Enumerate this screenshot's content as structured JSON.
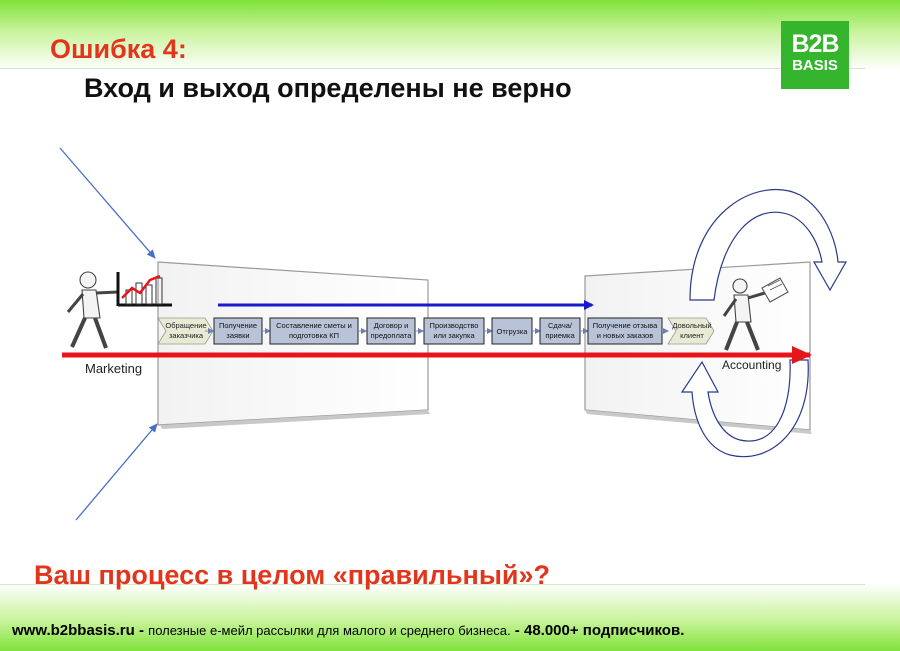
{
  "header": {
    "title": "Ошибка 4:",
    "subtitle": "Вход и выход определены не верно"
  },
  "logo": {
    "line1": "B2B",
    "line2": "BASIS"
  },
  "diagram": {
    "input_label": "Marketing",
    "output_label": "Accounting",
    "start_step": {
      "line1": "Обращение",
      "line2": "заказчика"
    },
    "end_step": {
      "line1": "Довольный",
      "line2": "клиент"
    },
    "steps": [
      {
        "line1": "Получение",
        "line2": "заявки"
      },
      {
        "line1": "Составление сметы и",
        "line2": "подготовка КП"
      },
      {
        "line1": "Договор и",
        "line2": "предоплата"
      },
      {
        "line1": "Производство",
        "line2": "или закупка"
      },
      {
        "line1": "Отгрузка",
        "line2": ""
      },
      {
        "line1": "Сдача/",
        "line2": "приемка"
      },
      {
        "line1": "Получение отзыва",
        "line2": "и новых заказов"
      }
    ]
  },
  "question": "Ваш процесс в целом «правильный»?",
  "footer": {
    "url": "www.b2bbasis.ru",
    "sep1": " - ",
    "desc": "полезные е-мейл рассылки для малого и среднего бизнеса.",
    "sep2": " - ",
    "subscribers": "48.000+ подписчиков."
  },
  "colors": {
    "accent_red": "#e2361c",
    "brand_green": "#35b52d",
    "arrow_blue": "#1a1acc",
    "step_fill": "#b8c3d8"
  }
}
